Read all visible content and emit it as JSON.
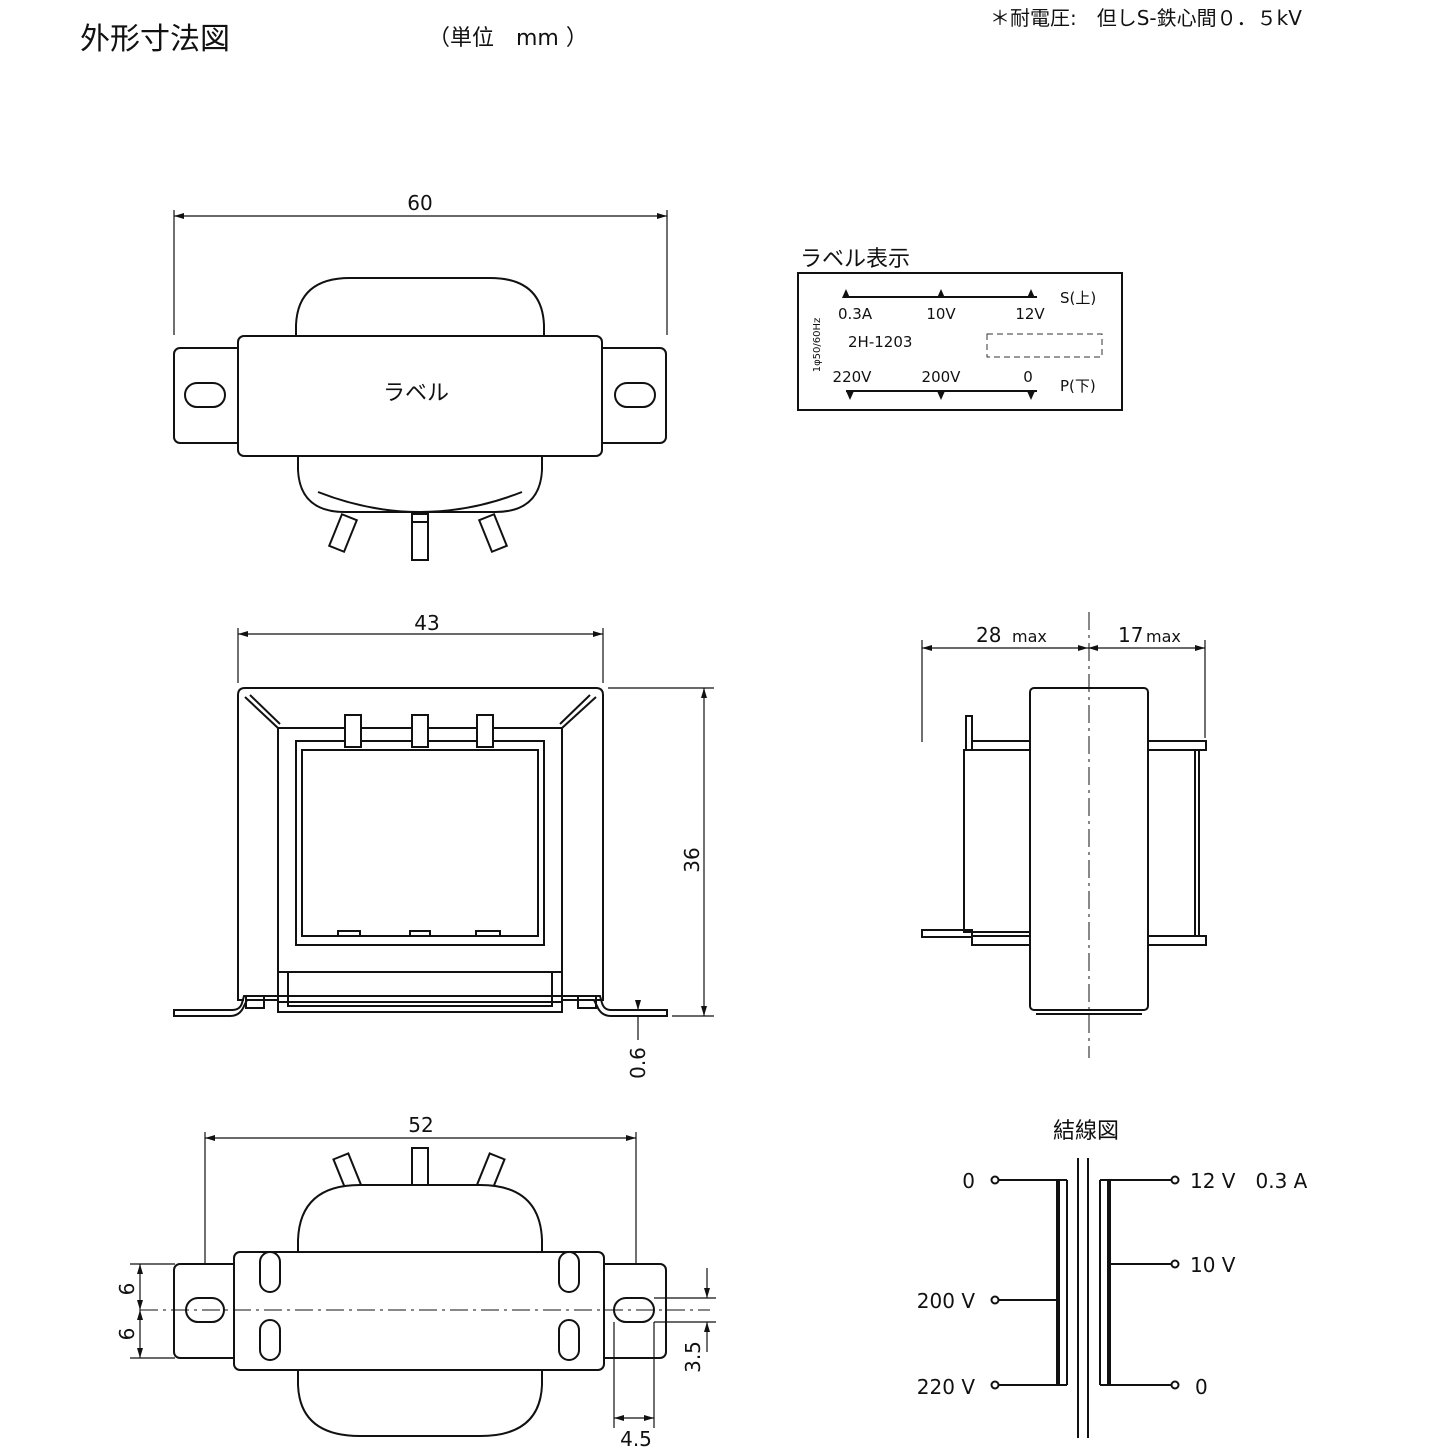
{
  "header": {
    "title": "外形寸法図",
    "unit": "（単位　mm ）",
    "note": "＊耐電圧:　但しS-鉄心間０．５kV"
  },
  "top_view": {
    "dim_width": "60",
    "label_text": "ラベル"
  },
  "label_display": {
    "heading": "ラベル表示",
    "side_text": "1φ50/60Hz",
    "secondary_current": "0.3A",
    "secondary_mid": "10V",
    "secondary_max": "12V",
    "secondary_side": "S(上)",
    "model": "2H-1203",
    "primary_max": "220V",
    "primary_mid": "200V",
    "primary_zero": "0",
    "primary_side": "P(下)"
  },
  "front_view": {
    "dim_width": "43",
    "dim_height": "36",
    "dim_thickness": "0.6"
  },
  "side_view": {
    "dim_left": "28",
    "dim_left_unit": "max",
    "dim_right": "17",
    "dim_right_unit": "max"
  },
  "bottom_view": {
    "dim_width": "52",
    "dim_upper": "6",
    "dim_lower": "6",
    "dim_hole_offset": "3.5",
    "dim_hole_width": "4.5"
  },
  "wiring": {
    "title": "結線図",
    "p_top": "0",
    "p_mid": "200 V",
    "p_bottom": "220 V",
    "s_top": "12 V　0.3 A",
    "s_mid": "10 V",
    "s_bottom": "0"
  }
}
